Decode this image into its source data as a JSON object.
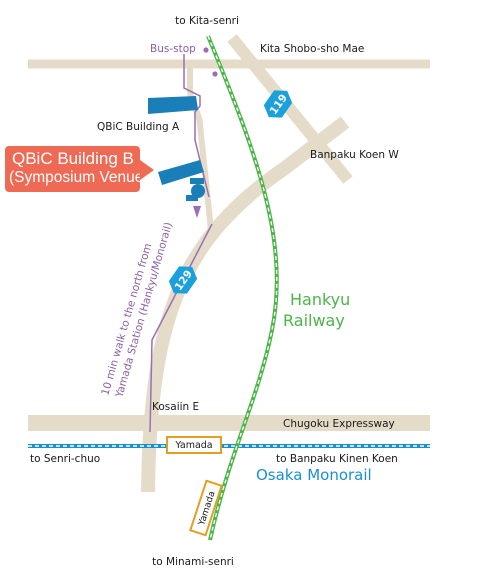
{
  "labels": {
    "to_kita_senri": "to Kita-senri",
    "bus_stop": "Bus-stop",
    "kita_shobo_sho_mae": "Kita Shobo-sho Mae",
    "qbic_building_a": "QBiC Building A",
    "banpaku_koen_w": "Banpaku Koen W",
    "hankyu_line1": "Hankyu",
    "hankyu_line2": "Railway",
    "walk_line1": "10 min walk to the north from",
    "walk_line2": "Yamada Station (Hankyu/Monorail)",
    "kosaiin_e": "Kosaiin E",
    "chugoku_expressway": "Chugoku Expressway",
    "yamada_monorail_station": "Yamada",
    "to_senri_chuo": "to Senri-chuo",
    "to_banpaku_kinen_koen": "to Banpaku Kinen Koen",
    "osaka_monorail": "Osaka Monorail",
    "yamada_hankyu_station": "Yamada",
    "to_minami_senri": "to Minami-senri"
  },
  "venue": {
    "line1": "QBiC Building B",
    "line2": "(Symposium Venue)"
  },
  "routes": {
    "route_119": "119",
    "route_129": "129"
  },
  "colors": {
    "road": "#e4dcc8",
    "building": "#1a7fb8",
    "venue_label": "#ee6a55",
    "walk_path": "#9a6fb5",
    "hankyu": "#4cb548",
    "monorail": "#1a8fd0",
    "route_sign": "#1aa0dc",
    "station_box": "#e0a020"
  }
}
